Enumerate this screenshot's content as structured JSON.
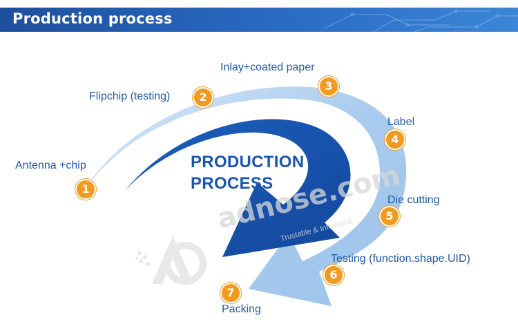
{
  "header": {
    "title": "Production process"
  },
  "center": {
    "line1": "PRODUCTION",
    "line2": "PROCESS"
  },
  "steps": [
    {
      "number": "1",
      "label": "Antenna +chip"
    },
    {
      "number": "2",
      "label": "Flipchip (testing)"
    },
    {
      "number": "3",
      "label": "Inlay+coated paper"
    },
    {
      "number": "4",
      "label": "Label"
    },
    {
      "number": "5",
      "label": "Die cutting"
    },
    {
      "number": "6",
      "label": "Testing (function.shape.UID)"
    },
    {
      "number": "7",
      "label": "Packing"
    }
  ],
  "watermark": {
    "brand": "adnose.com",
    "tagline": "Trustable & Influential"
  },
  "colors": {
    "header": "#2a6bc4",
    "badge": "#f29a1f",
    "text": "#1f5aa8",
    "arrow_dark": "#1a56b0",
    "arrow_light": "#a9cbee"
  }
}
